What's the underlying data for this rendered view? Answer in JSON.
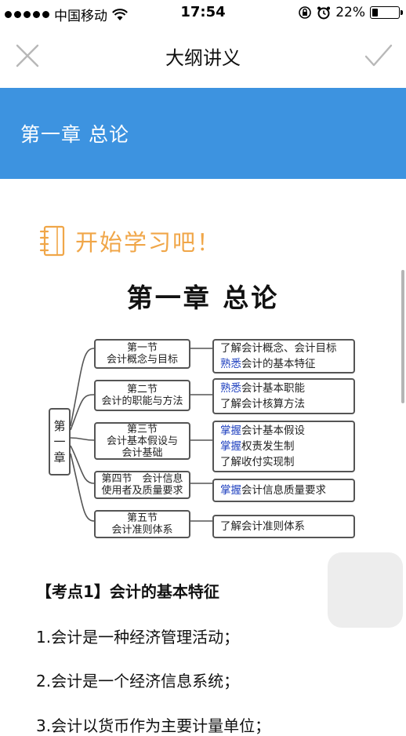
{
  "status_bar": {
    "carrier": "中国移动",
    "time": "17:54",
    "battery_percent": "22%",
    "battery_level": 0.22
  },
  "nav": {
    "title": "大纲讲义",
    "close_icon": "close-icon",
    "confirm_icon": "check-icon"
  },
  "banner": {
    "chapter_title": "第一章 总论",
    "color": "#3d93e0"
  },
  "content": {
    "start_label": "开始学习吧！",
    "start_color": "#f0a648",
    "heading": "第一章 总论",
    "outline": {
      "root": [
        "第一",
        "章"
      ],
      "sections": [
        {
          "title": [
            "第一节",
            "会计概念与目标"
          ],
          "targets": [
            {
              "kw": "",
              "text": "了解会计概念、会计目标"
            },
            {
              "kw": "熟悉",
              "text": "会计的基本特征"
            }
          ]
        },
        {
          "title": [
            "第二节",
            "会计的职能与方法"
          ],
          "targets": [
            {
              "kw": "熟悉",
              "text": "会计基本职能"
            },
            {
              "kw": "",
              "text": "了解会计核算方法"
            }
          ]
        },
        {
          "title": [
            "第三节",
            "会计基本假设与",
            "会计基础"
          ],
          "targets": [
            {
              "kw": "掌握",
              "text": "会计基本假设"
            },
            {
              "kw": "掌握",
              "text": "权责发生制"
            },
            {
              "kw": "",
              "text": "了解收付实现制"
            }
          ]
        },
        {
          "title": [
            "第四节　会计信息",
            "使用者及质量要求"
          ],
          "targets": [
            {
              "kw": "掌握",
              "text": "会计信息质量要求"
            }
          ]
        },
        {
          "title": [
            "第五节",
            "会计准则体系"
          ],
          "targets": [
            {
              "kw": "",
              "text": "了解会计准则体系"
            }
          ]
        }
      ]
    },
    "point_title": "【考点1】会计的基本特征",
    "points": [
      "1.会计是一种经济管理活动；",
      "2.会计是一个经济信息系统；",
      "3.会计以货币作为主要计量单位；"
    ]
  }
}
